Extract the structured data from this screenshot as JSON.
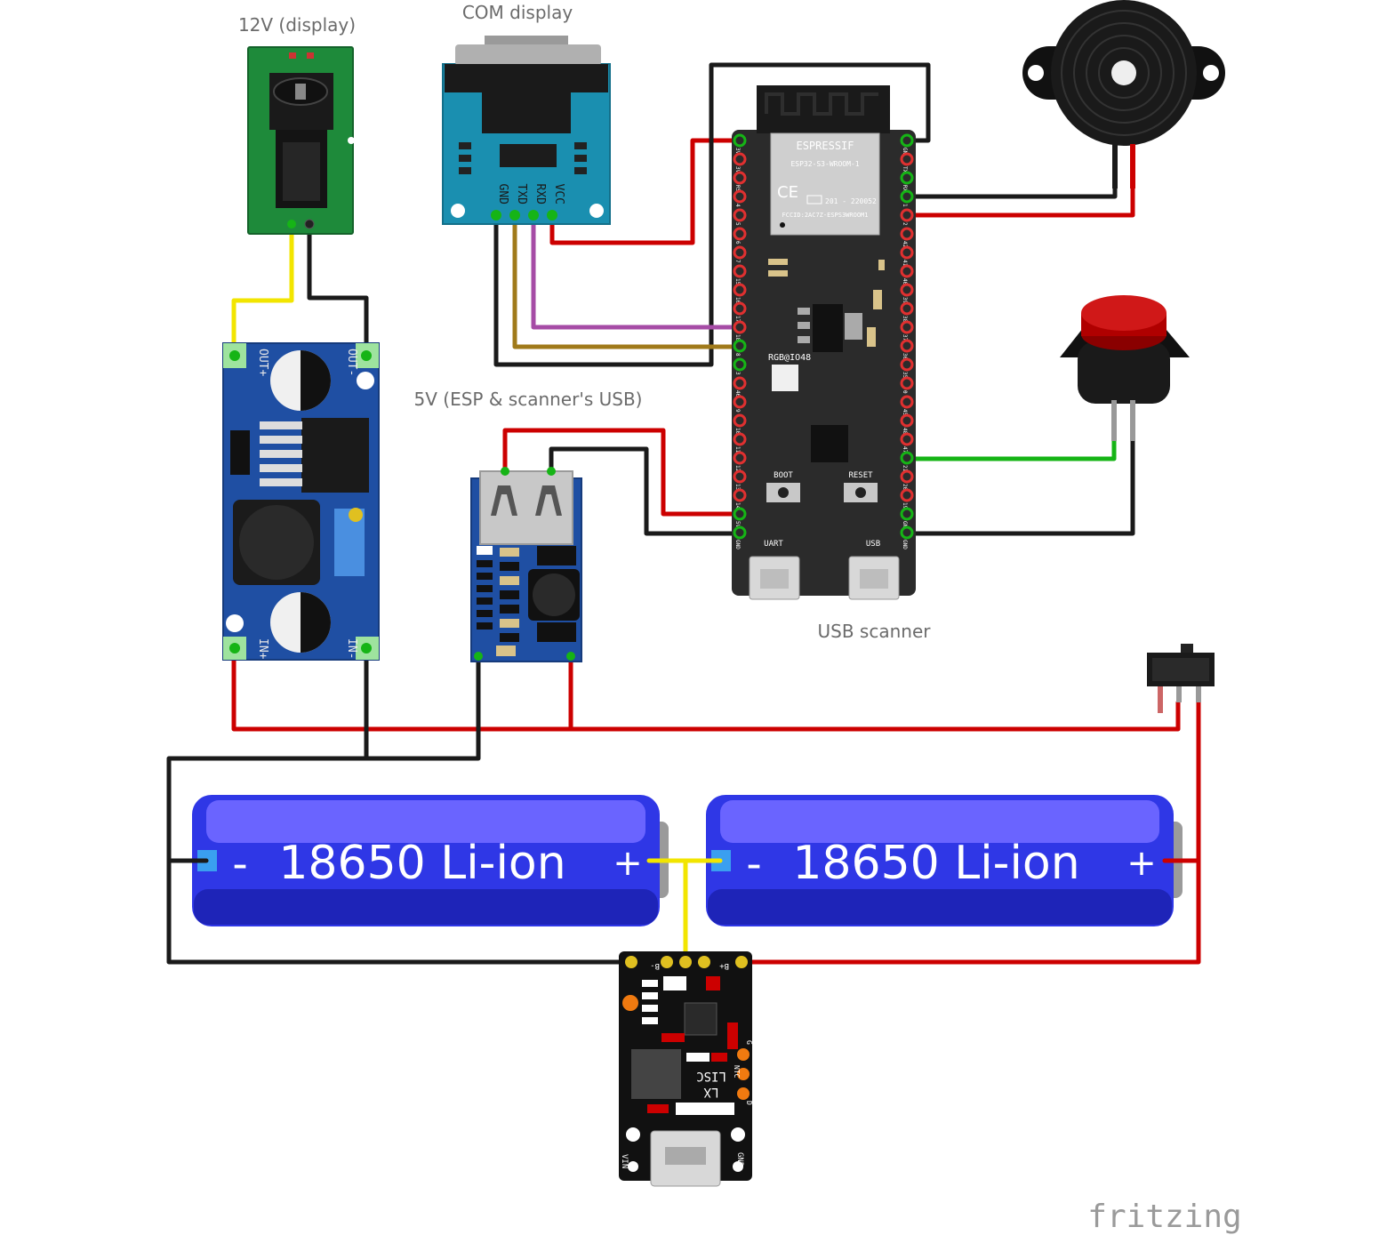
{
  "labels": {
    "display_power": "12V (display)",
    "com_display": "COM display",
    "esp_power": "5V (ESP & scanner's USB)",
    "usb_scanner": "USB scanner",
    "watermark": "fritzing"
  },
  "batteries": [
    {
      "label": "18650 Li-ion",
      "neg": "-",
      "pos": "+"
    },
    {
      "label": "18650 Li-ion",
      "neg": "-",
      "pos": "+"
    }
  ],
  "rs232": {
    "pins": [
      "GND",
      "TXD",
      "RXD",
      "VCC"
    ]
  },
  "buck": {
    "out_plus": "OUT+",
    "out_minus": "OUT-",
    "in_plus": "IN+",
    "in_minus": "IN-"
  },
  "esp32": {
    "brand": "ESPRESSIF",
    "module": "ESP32-S3-WROOM-1",
    "ce": "CE",
    "cert": "201 - 220052",
    "fcc": "FCCID:2AC7Z-ESPS3WROOM1",
    "led": "RGB@IO48",
    "boot": "BOOT",
    "reset": "RESET",
    "uart": "UART",
    "usb": "USB",
    "left_pins": [
      "3V3",
      "3V3",
      "RST",
      "4",
      "5",
      "6",
      "7",
      "15",
      "16",
      "17",
      "18",
      "8",
      "3",
      "46",
      "9",
      "10",
      "11",
      "12",
      "13",
      "14",
      "5V",
      "GND"
    ],
    "right_pins": [
      "GND",
      "TX",
      "RX",
      "1",
      "2",
      "42",
      "41",
      "40",
      "39",
      "38",
      "37",
      "36",
      "35",
      "0",
      "45",
      "48",
      "47",
      "21",
      "20",
      "19",
      "GND",
      "GND"
    ]
  },
  "charger": {
    "bminus": "B-",
    "bplus": "B+",
    "vin": "VIN",
    "gnd": "GND",
    "chip1": "LISC",
    "chip2": "LX",
    "side": [
      "G",
      "NTC",
      "D"
    ]
  },
  "colors": {
    "wire_red": "#cc0000",
    "wire_black": "#1a1a1a",
    "wire_yellow": "#f2e500",
    "wire_green": "#16b416",
    "wire_purple": "#a64ca6",
    "wire_brown": "#a07a1a",
    "pcb_blue": "#1f4fa3",
    "pcb_teal": "#1a8fb0",
    "pcb_green": "#1e8a3a",
    "battery_blue": "#2f37e6",
    "board_dark": "#2b2b2b"
  }
}
